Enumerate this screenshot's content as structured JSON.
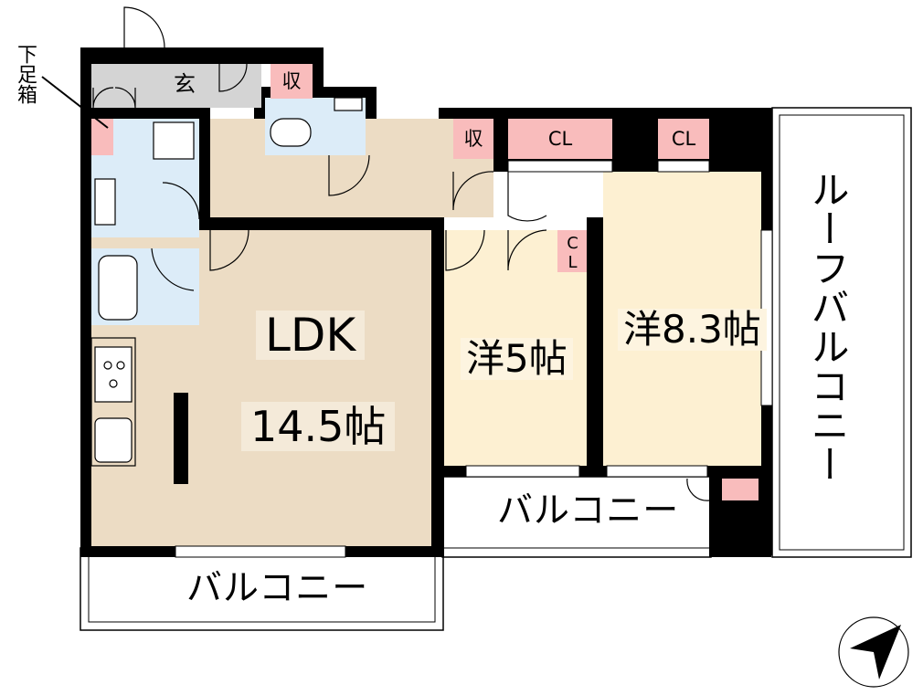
{
  "rooms": {
    "ldk_name": "LDK",
    "ldk_size": "14.5帖",
    "room_west": "洋5帖",
    "room_east": "洋8.3帖",
    "entrance": "玄"
  },
  "storage": {
    "shu_entrance": "収",
    "shu_hall": "収",
    "cl_north_1": "CL",
    "cl_north_2": "CL",
    "cl_small": "CL"
  },
  "balconies": {
    "south_ldk": "バルコニー",
    "south_room": "バルコニー",
    "roof": "ルーフバルコニー"
  },
  "shoe_box": "下足箱",
  "colors": {
    "wall": "#000000",
    "floor_wood": "#ecdcc4",
    "floor_bedroom": "#fdf0d2",
    "floor_wet": "#dcecf8",
    "floor_entrance": "#d4d4d4",
    "storage_pink": "#f9bcbc"
  },
  "compass": "north-arrow-icon"
}
